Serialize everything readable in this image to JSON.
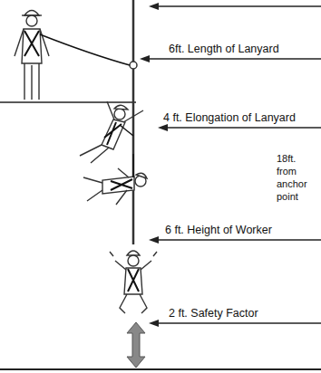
{
  "diagram": {
    "labels": [
      "6ft. Length of Lanyard",
      "4 ft. Elongation of Lanyard",
      "18ft. from anchor point",
      "6 ft. Height of Worker",
      "2 ft. Safety Factor"
    ]
  }
}
